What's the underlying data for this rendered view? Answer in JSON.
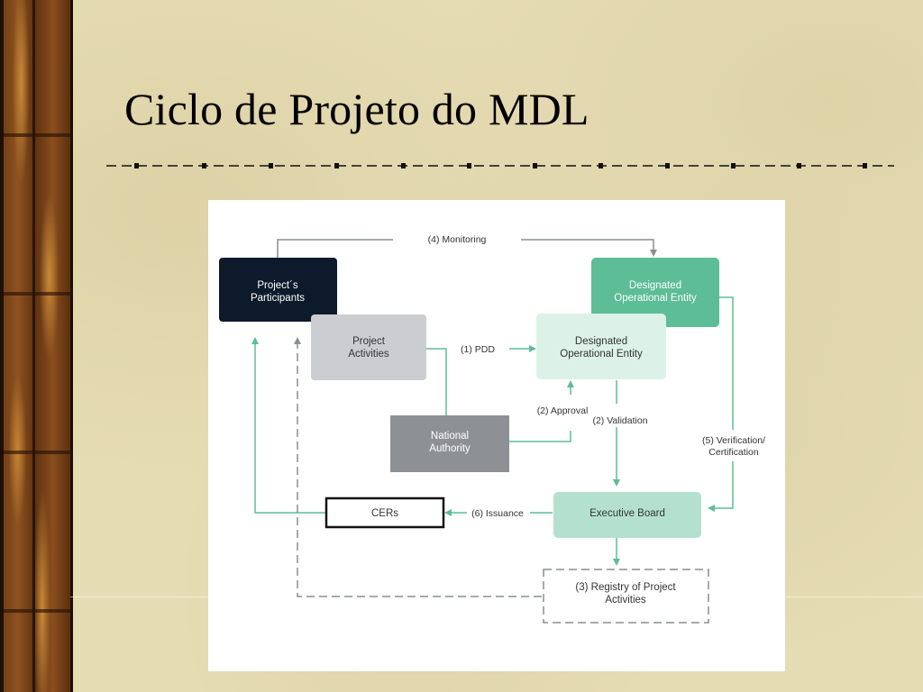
{
  "slide": {
    "title": "Ciclo de Projeto do MDL"
  },
  "nodes": {
    "participants": [
      "Project´s",
      "Participants"
    ],
    "project_activities": [
      "Project",
      "Activities"
    ],
    "doe_top": [
      "Designated",
      "Operational Entity"
    ],
    "doe_mid": [
      "Designated",
      "Operational Entity"
    ],
    "national_authority": [
      "National",
      "Authority"
    ],
    "executive_board": "Executive Board",
    "cers": "CERs",
    "registry": [
      "(3) Registry of Project",
      "Activities"
    ]
  },
  "edges": {
    "monitoring": "(4) Monitoring",
    "pdd": "(1) PDD",
    "approval": "(2) Approval",
    "validation": "(2) Validation",
    "verification": [
      "(5) Verification/",
      "Certification"
    ],
    "issuance": "(6) Issuance"
  },
  "colors": {
    "participants": "#0d1a2b",
    "project_activities": "#cbcdd0",
    "doe_top": "#5cbd96",
    "doe_mid": "#dcf2e8",
    "national_authority": "#8d9196",
    "executive_board": "#b4e1cf",
    "arrow_green": "#5cbd96",
    "arrow_gray": "#8a8e93"
  }
}
